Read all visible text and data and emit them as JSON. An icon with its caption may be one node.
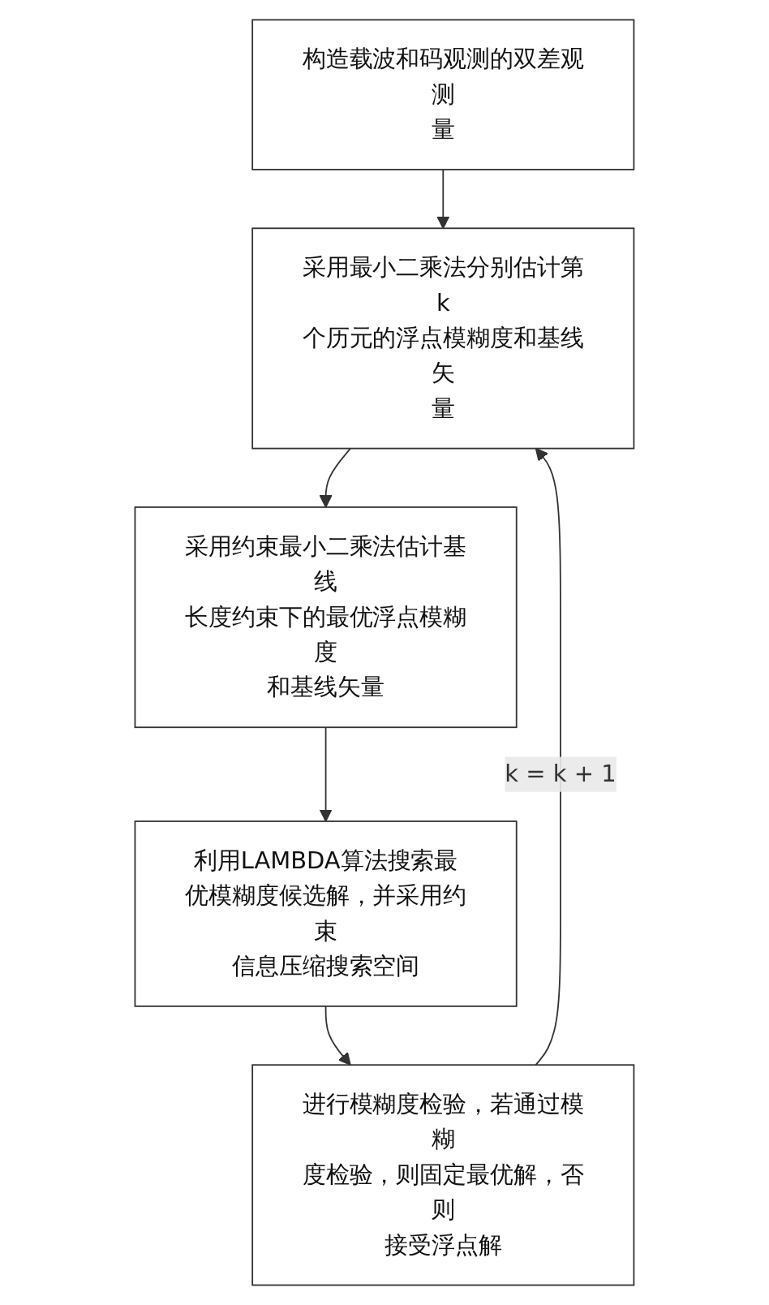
{
  "diagram": {
    "nodes": [
      {
        "text": [
          "构造载波和码观测的双差观测量"
        ]
      },
      {
        "text": [
          "采用最小二乘法分别估计第k个历元的浮点模糊度和基线矢量"
        ]
      },
      {
        "text": [
          "采用约束最小二乘法估计基线长度约束下的最优浮点模糊度和基线矢量"
        ]
      },
      {
        "text": [
          "利用LAMBDA算法搜索最优模糊度候选解，并采用约束信息压缩搜索空间"
        ]
      },
      {
        "text": [
          "进行模糊度检验，若通过模糊度检验，则固定最优解，否则接受浮点解"
        ]
      }
    ],
    "edges": [
      {
        "from": 0,
        "to": 1,
        "arrow": "to"
      },
      {
        "from": 1,
        "to": 2,
        "arrow": "to"
      },
      {
        "from": 2,
        "to": 3,
        "arrow": "to"
      },
      {
        "from": 3,
        "to": 4,
        "arrow": "to"
      },
      {
        "from": 4,
        "to": 1,
        "arrow": "to",
        "label": "k = k + 1"
      }
    ]
  }
}
